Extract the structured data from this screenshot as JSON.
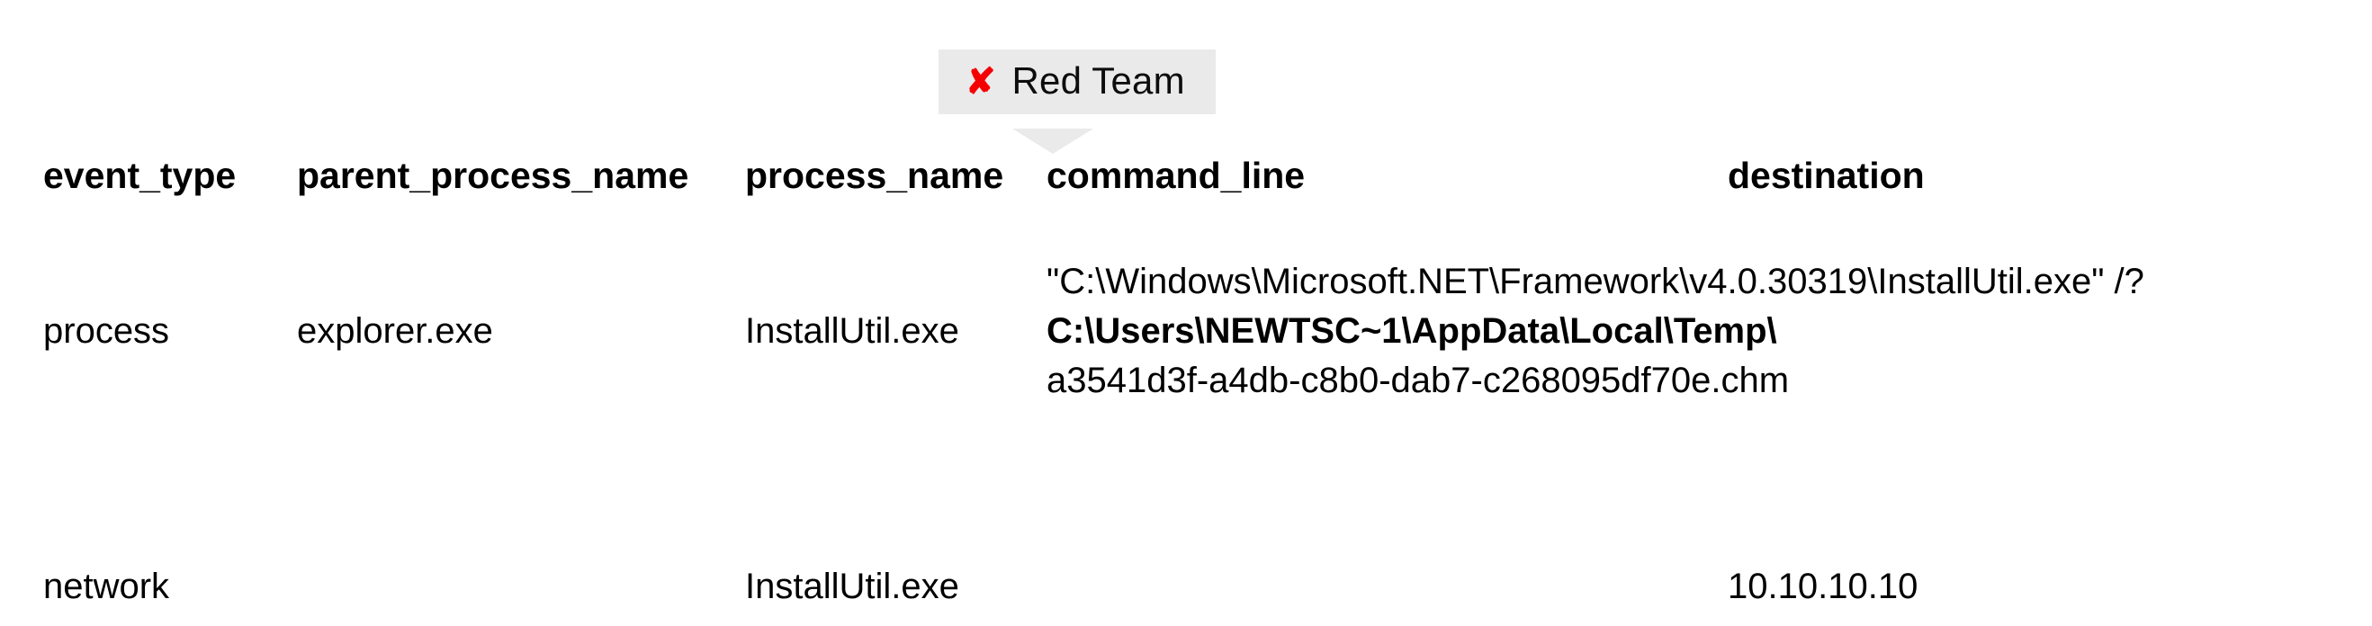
{
  "annotation": {
    "icon": "red-x-icon",
    "icon_glyph": "✘",
    "label": "Red Team",
    "icon_color": "#f50000",
    "background_color": "#eaeaea"
  },
  "table": {
    "columns": [
      {
        "key": "event_type",
        "label": "event_type"
      },
      {
        "key": "parent_process_name",
        "label": "parent_process_name"
      },
      {
        "key": "process_name",
        "label": "process_name"
      },
      {
        "key": "command_line",
        "label": "command_line"
      },
      {
        "key": "destination",
        "label": "destination"
      }
    ],
    "rows": [
      {
        "event_type": "process",
        "parent_process_name": "explorer.exe",
        "process_name": "InstallUtil.exe",
        "command_line_lines": [
          {
            "text": "\"C:\\Windows\\Microsoft.NET\\Framework\\v4.0.30319\\InstallUtil.exe\" /?",
            "emphasis": false
          },
          {
            "text": "C:\\Users\\NEWTSC~1\\AppData\\Local\\Temp\\",
            "emphasis": true
          },
          {
            "text": "a3541d3f-a4db-c8b0-dab7-c268095df70e.chm",
            "emphasis": false
          }
        ],
        "destination": ""
      },
      {
        "event_type": "network",
        "parent_process_name": "",
        "process_name": "InstallUtil.exe",
        "command_line_lines": [],
        "destination": "10.10.10.10"
      }
    ]
  }
}
